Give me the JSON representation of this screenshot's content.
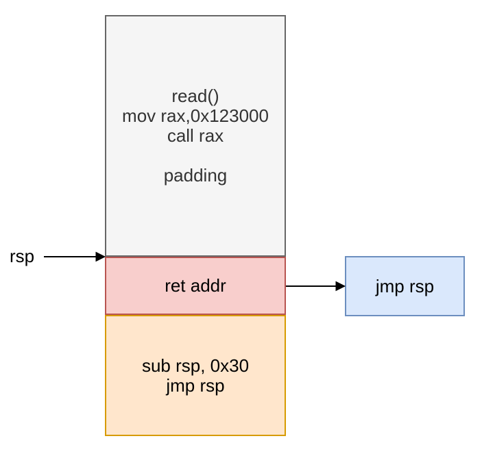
{
  "diagram": {
    "rsp_pointer": {
      "label": "rsp"
    },
    "stack": {
      "code_block": {
        "line1": "read()",
        "line2": "mov rax,0x123000",
        "line3": "call rax",
        "line4": "",
        "line5": "padding"
      },
      "ret_block": {
        "label": "ret addr"
      },
      "gadget_block": {
        "line1": "sub rsp, 0x30",
        "line2": "jmp rsp"
      }
    },
    "shellcode_box": {
      "label": "jmp rsp"
    },
    "colors": {
      "code_block_fill": "#f5f5f5",
      "code_block_border": "#666666",
      "code_block_text": "#333333",
      "ret_block_fill": "#f8cecc",
      "ret_block_border": "#b85450",
      "gadget_block_fill": "#ffe6cc",
      "gadget_block_border": "#d79b00",
      "shellcode_box_fill": "#dae8fc",
      "shellcode_box_border": "#6c8ebf",
      "text_color": "#000000",
      "arrow_color": "#000000",
      "background": "#ffffff"
    }
  }
}
